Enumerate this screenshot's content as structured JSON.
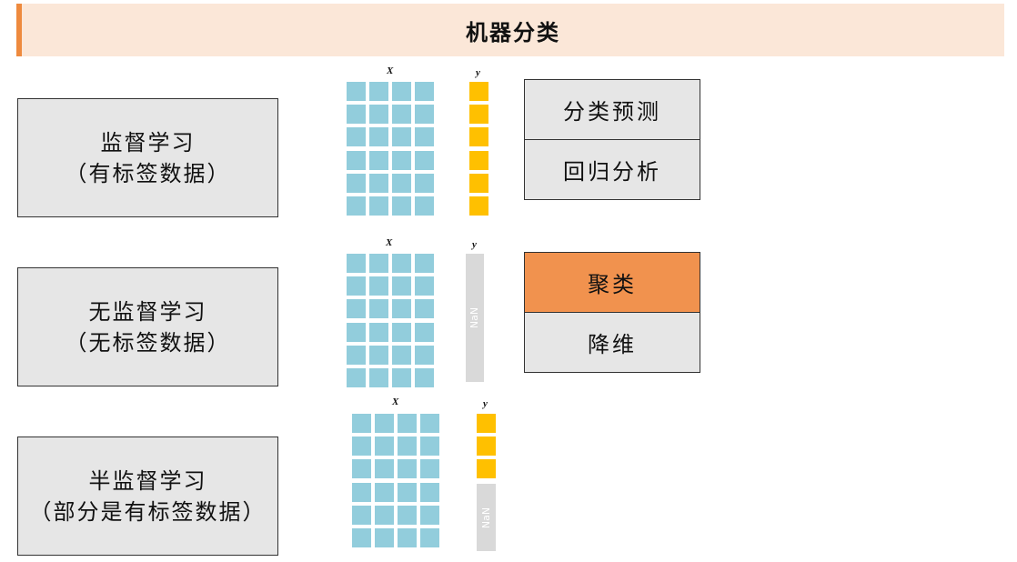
{
  "title": "机器分类",
  "categories": [
    {
      "line1": "监督学习",
      "line2": "（有标签数据）"
    },
    {
      "line1": "无监督学习",
      "line2": "（无标签数据）"
    },
    {
      "line1": "半监督学习",
      "line2": "（部分是有标签数据）"
    }
  ],
  "matrix": {
    "x_label": "X",
    "y_label": "y",
    "nan_label": "NaN"
  },
  "supervised_tasks": [
    "分类预测",
    "回归分析"
  ],
  "unsupervised_tasks": [
    "聚类",
    "降维"
  ],
  "colors": {
    "title_bg": "#fbe7d8",
    "accent": "#ee8a3e",
    "box_bg": "#e6e6e6",
    "x_cell": "#92cddc",
    "y_labeled": "#ffc000",
    "y_nan": "#d9d9d9",
    "highlight": "#f1924e"
  }
}
